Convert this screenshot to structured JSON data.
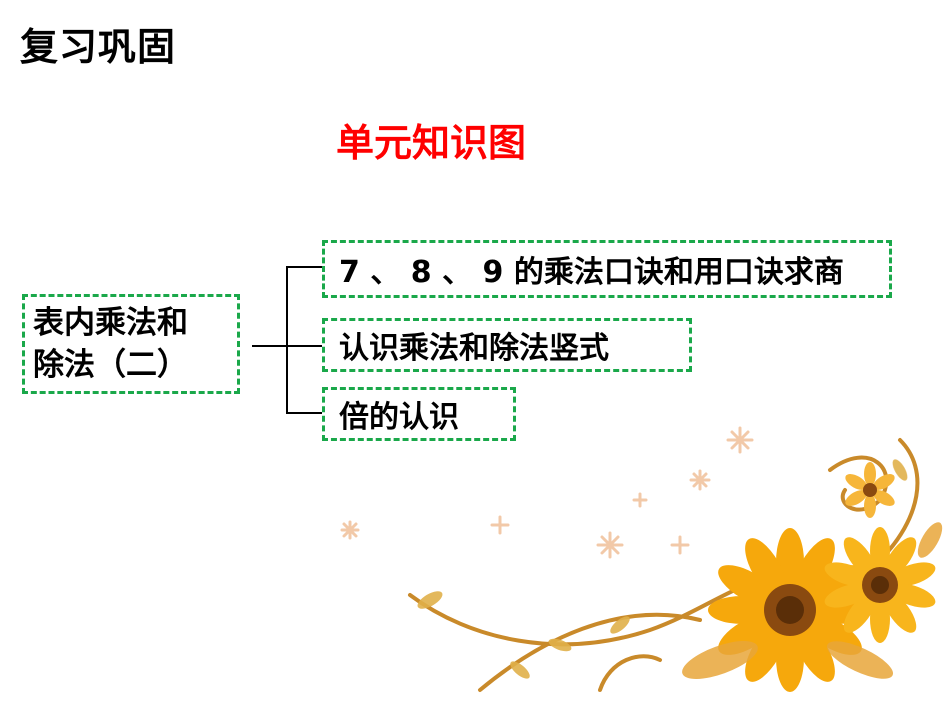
{
  "header": {
    "title": "复习巩固"
  },
  "diagram": {
    "title": "单元知识图",
    "root": {
      "line1": "表内乘法和",
      "line2": "除法（二）"
    },
    "branches": [
      {
        "label": "7 、 8 、 9 的乘法口诀和用口诀求商"
      },
      {
        "label": "认识乘法和除法竖式"
      },
      {
        "label": "倍的认识"
      }
    ]
  },
  "colors": {
    "heading": "#000000",
    "diagram_title": "#ff0000",
    "box_border": "#1aa84a",
    "flower_petal": "#f6a80c",
    "flower_center": "#8a4a10"
  },
  "decoration": {
    "icon": "sunflower-vine-decoration"
  }
}
